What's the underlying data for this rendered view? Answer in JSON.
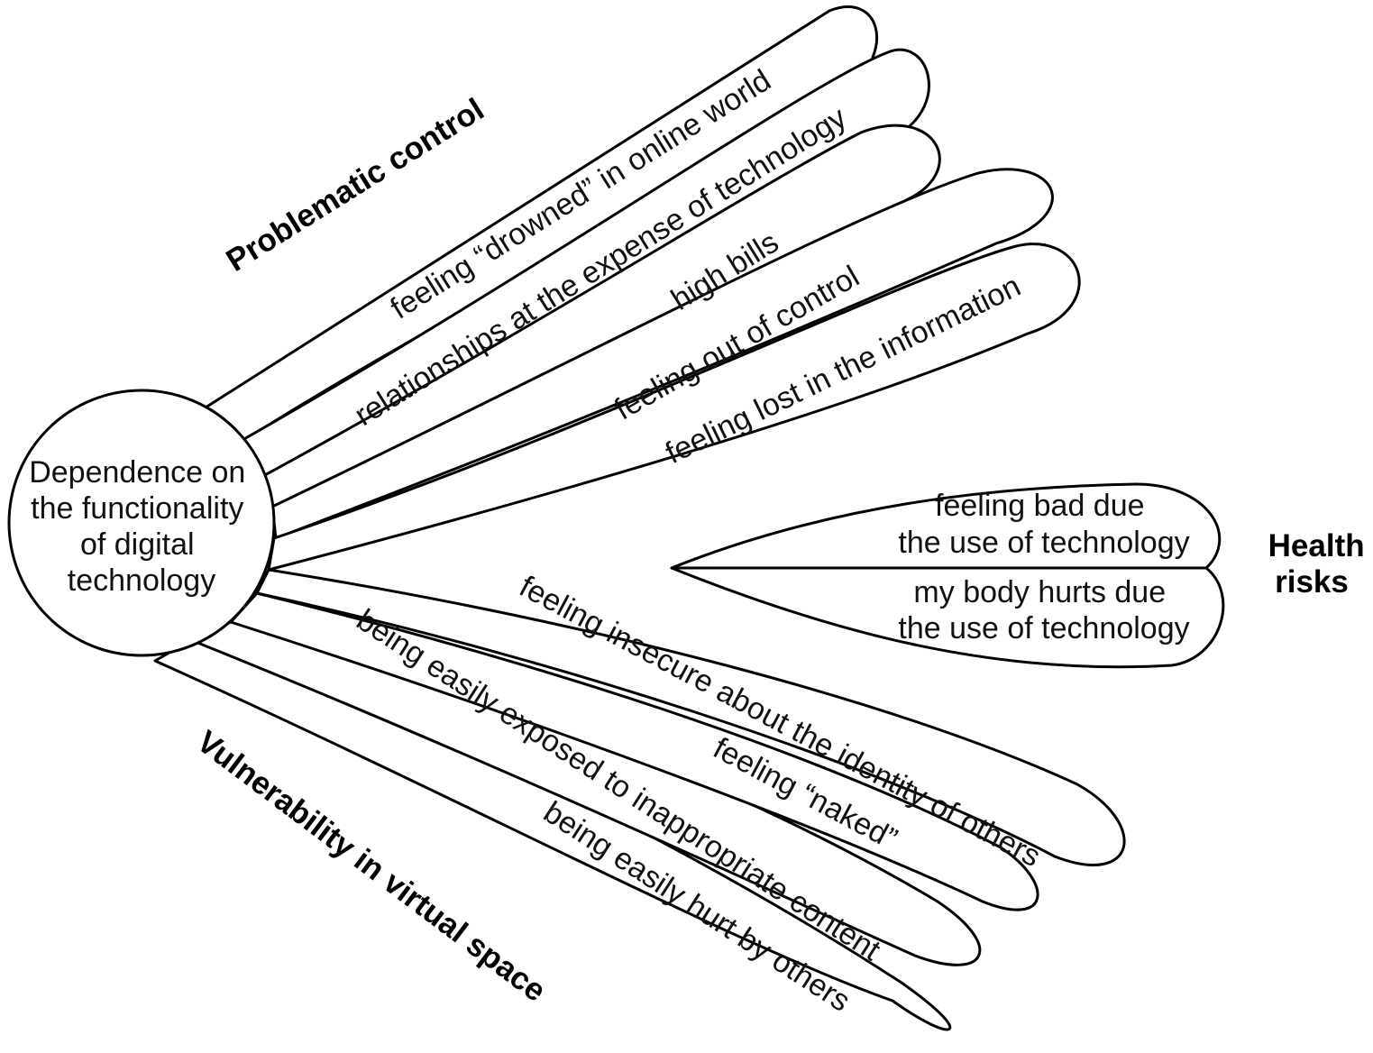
{
  "center": {
    "lines": [
      "Dependence on",
      "the functionality",
      "of digital",
      "technology"
    ]
  },
  "groups": {
    "problematic_control": "Problematic control",
    "health_risks": [
      "Health",
      "risks"
    ],
    "vulnerability": "Vulnerability in virtual space"
  },
  "petals": {
    "problematic_control": [
      "feeling “drowned” in online world",
      "relationships at the expense of technology",
      "high bills",
      "feeling out of control",
      "feeling lost in the information"
    ],
    "health_risks": [
      [
        "feeling bad due",
        "the use of technology"
      ],
      [
        "my body hurts due",
        "the use of technology"
      ]
    ],
    "vulnerability": [
      "feeling insecure about the identity of others",
      "feeling “naked”",
      "being easily exposed to inappropriate content",
      "being easily hurt by others"
    ]
  }
}
